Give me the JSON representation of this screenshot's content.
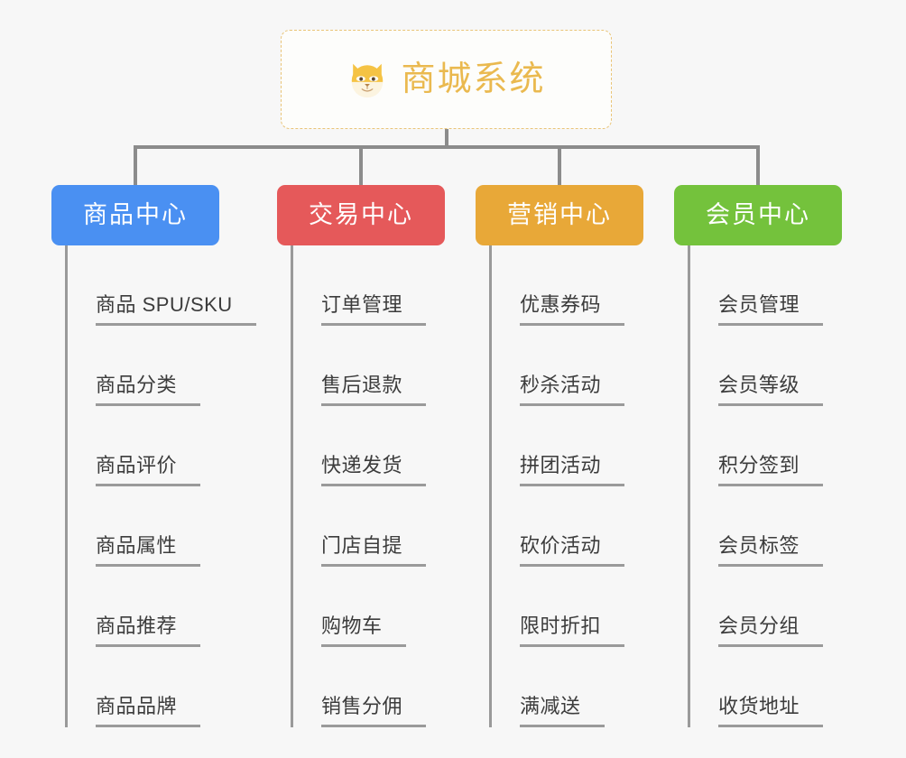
{
  "diagram": {
    "type": "mindmap",
    "background_color": "#f7f7f7",
    "root": {
      "title": "商城系统",
      "icon": "dog-face-emoji",
      "title_color": "#eab94f",
      "border_color": "#e9c477"
    },
    "connector_color": "#8c8c8c",
    "columns": [
      {
        "label": "商品中心",
        "color": "#4a90f2",
        "items": [
          "商品 SPU/SKU",
          "商品分类",
          "商品评价",
          "商品属性",
          "商品推荐",
          "商品品牌"
        ]
      },
      {
        "label": "交易中心",
        "color": "#e5595a",
        "items": [
          "订单管理",
          "售后退款",
          "快递发货",
          "门店自提",
          "购物车",
          "销售分佣"
        ]
      },
      {
        "label": "营销中心",
        "color": "#e8a838",
        "items": [
          "优惠券码",
          "秒杀活动",
          "拼团活动",
          "砍价活动",
          "限时折扣",
          "满减送"
        ]
      },
      {
        "label": "会员中心",
        "color": "#74c23c",
        "items": [
          "会员管理",
          "会员等级",
          "积分签到",
          "会员标签",
          "会员分组",
          "收货地址"
        ]
      }
    ]
  }
}
